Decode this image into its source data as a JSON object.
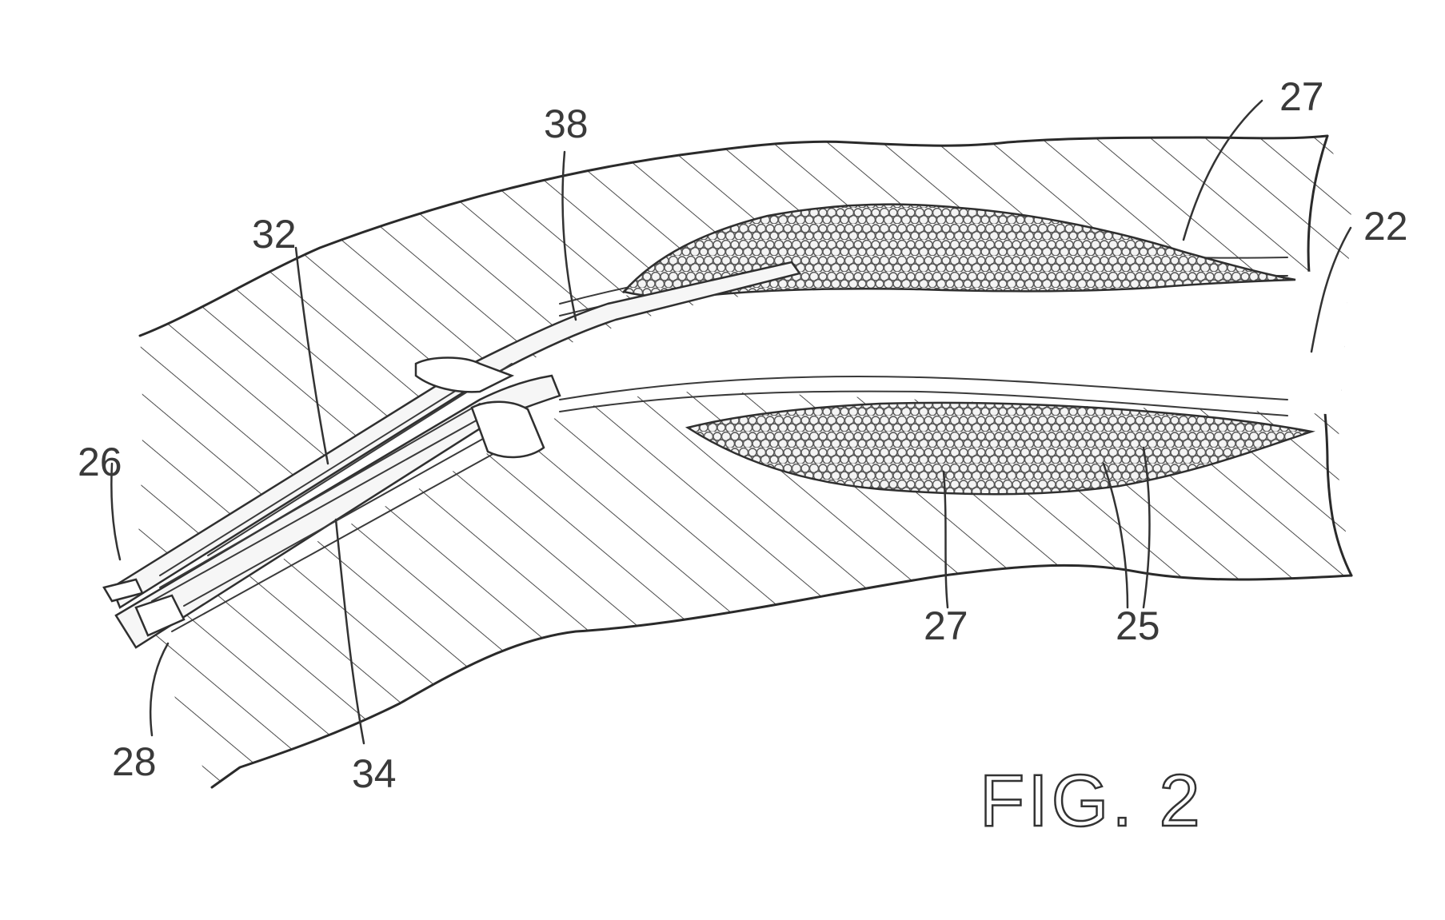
{
  "figure": {
    "caption": "FIG. 2",
    "labels": {
      "ref_38": "38",
      "ref_32": "32",
      "ref_26": "26",
      "ref_28": "28",
      "ref_34": "34",
      "ref_27_top": "27",
      "ref_22": "22",
      "ref_27_bottom": "27",
      "ref_25": "25"
    }
  }
}
